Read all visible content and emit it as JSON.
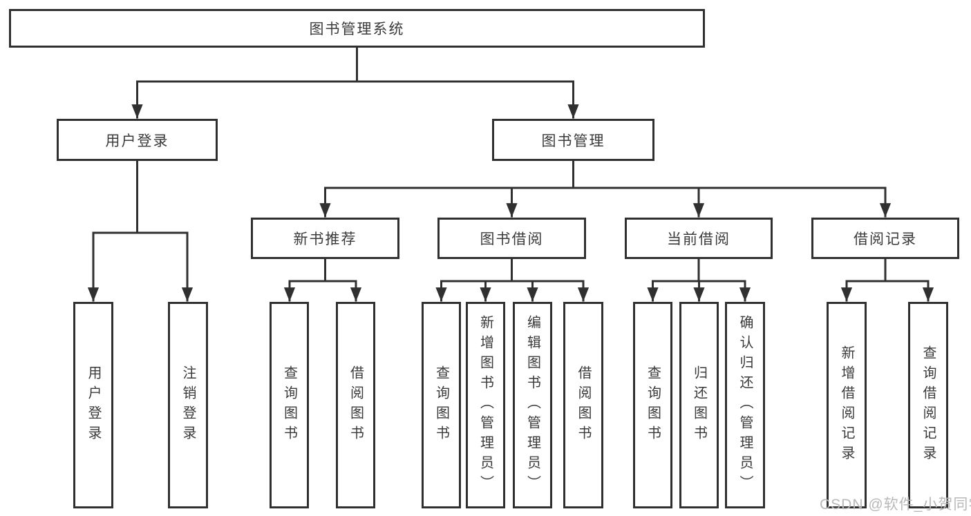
{
  "colors": {
    "line": "#303030",
    "text": "#3a3a3a",
    "watermark": "#b8b8b8",
    "background": "#ffffff"
  },
  "watermark": "CSDN @软件_小贺同学",
  "tree": {
    "root": {
      "label": "图书管理系统",
      "children": [
        {
          "label": "用户登录",
          "children": [
            {
              "label": "用户登录"
            },
            {
              "label": "注销登录"
            }
          ]
        },
        {
          "label": "图书管理",
          "children": [
            {
              "label": "新书推荐",
              "children": [
                {
                  "label": "查询图书"
                },
                {
                  "label": "借阅图书"
                }
              ]
            },
            {
              "label": "图书借阅",
              "children": [
                {
                  "label": "查询图书"
                },
                {
                  "label": "新增图书（管理员）"
                },
                {
                  "label": "编辑图书（管理员）"
                },
                {
                  "label": "借阅图书"
                }
              ]
            },
            {
              "label": "当前借阅",
              "children": [
                {
                  "label": "查询图书"
                },
                {
                  "label": "归还图书"
                },
                {
                  "label": "确认归还（管理员）"
                }
              ]
            },
            {
              "label": "借阅记录",
              "children": [
                {
                  "label": "新增借阅记录"
                },
                {
                  "label": "查询借阅记录"
                }
              ]
            }
          ]
        }
      ]
    }
  }
}
